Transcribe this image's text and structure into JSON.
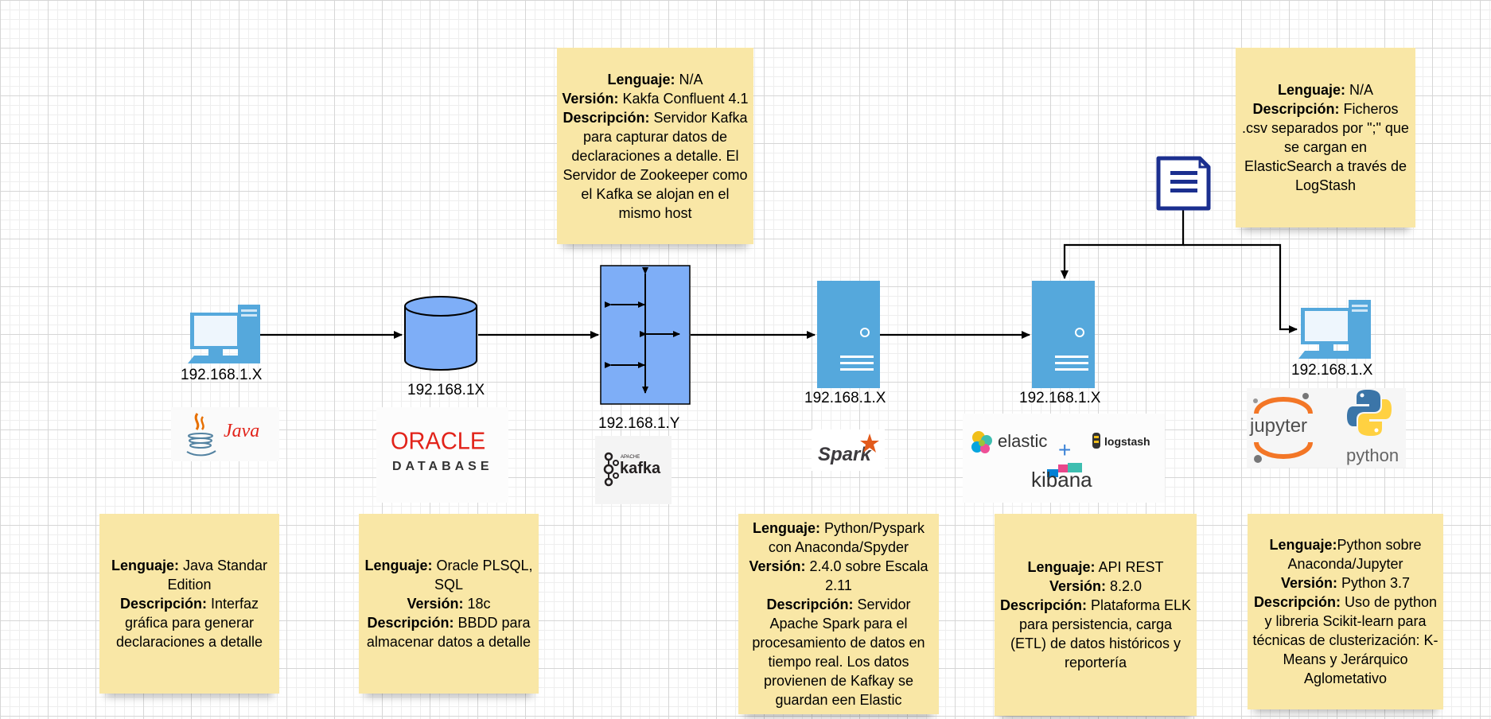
{
  "nodes": [
    {
      "id": "client-pc",
      "ip": "192.168.1.X",
      "tech": "Java"
    },
    {
      "id": "oracle-db",
      "ip": "192.168.1X",
      "tech_line1": "ORACLE",
      "tech_line2": "DATABASE"
    },
    {
      "id": "kafka-hub",
      "ip": "192.168.1.Y",
      "tech_prefix": "APACHE",
      "tech": "kafka"
    },
    {
      "id": "spark-server",
      "ip": "192.168.1.X",
      "tech": "Spark"
    },
    {
      "id": "elk-server",
      "ip": "192.168.1.X",
      "tech_elastic": "elastic",
      "tech_plus": "+",
      "tech_logstash": "logstash",
      "tech_kibana": "kibana"
    },
    {
      "id": "analytics-pc",
      "ip": "192.168.1.X",
      "tech_jupyter": "jupyter",
      "tech_python": "python"
    }
  ],
  "notes": {
    "kafka": {
      "lang_label": "Lenguaje:",
      "lang": " N/A",
      "version_label": "Versión:",
      "version": " Kakfa Confluent 4.1",
      "desc_label": "Descripción:",
      "desc": " Servidor Kafka para capturar datos de declaraciones a detalle. El Servidor de Zookeeper como el Kafka se alojan en el mismo host"
    },
    "csv": {
      "lang_label": "Lenguaje:",
      "lang": " N/A",
      "desc_label": "Descripción:",
      "desc": " Ficheros .csv separados por \";\" que se cargan en ElasticSearch a través de LogStash"
    },
    "java": {
      "lang_label": "Lenguaje:",
      "lang": " Java Standar Edition",
      "desc_label": "Descripción:",
      "desc": " Interfaz gráfica para generar declaraciones a detalle"
    },
    "oracle": {
      "lang_label": "Lenguaje:",
      "lang": " Oracle PLSQL, SQL",
      "version_label": "Versión:",
      "version": " 18c",
      "desc_label": "Descripción:",
      "desc": " BBDD para almacenar datos a detalle"
    },
    "spark": {
      "lang_label": "Lenguaje:",
      "lang": " Python/Pyspark con Anaconda/Spyder",
      "version_label": "Versión:",
      "version": " 2.4.0 sobre Escala 2.11",
      "desc_label": "Descripción:",
      "desc": " Servidor Apache Spark para el procesamiento de datos en tiempo real. Los datos provienen de Kafkay se guardan een Elastic"
    },
    "elk": {
      "lang_label": "Lenguaje:",
      "lang": " API REST",
      "version_label": "Versión:",
      "version": " 8.2.0",
      "desc_label": "Descripción:",
      "desc": " Plataforma ELK para persistencia, carga (ETL) de datos históricos y reportería"
    },
    "python": {
      "lang_label": "Lenguaje:",
      "lang": "Python sobre Anaconda/Jupyter",
      "version_label": "Versión:",
      "version": " Python 3.7",
      "desc_label": "Descripción:",
      "desc": " Uso de python y libreria Scikit-learn para técnicas de clusterización: K-Means y Jerárquico Aglometativo"
    }
  },
  "colors": {
    "note": "#f9e7a6",
    "server": "#55a8dc",
    "db": "#7eaef7",
    "hub": "#7eaef7",
    "doc": "#1b2f8f",
    "line": "#000000"
  },
  "icons": [
    "computer-icon",
    "database-icon",
    "switch-icon",
    "server-icon",
    "document-icon"
  ]
}
